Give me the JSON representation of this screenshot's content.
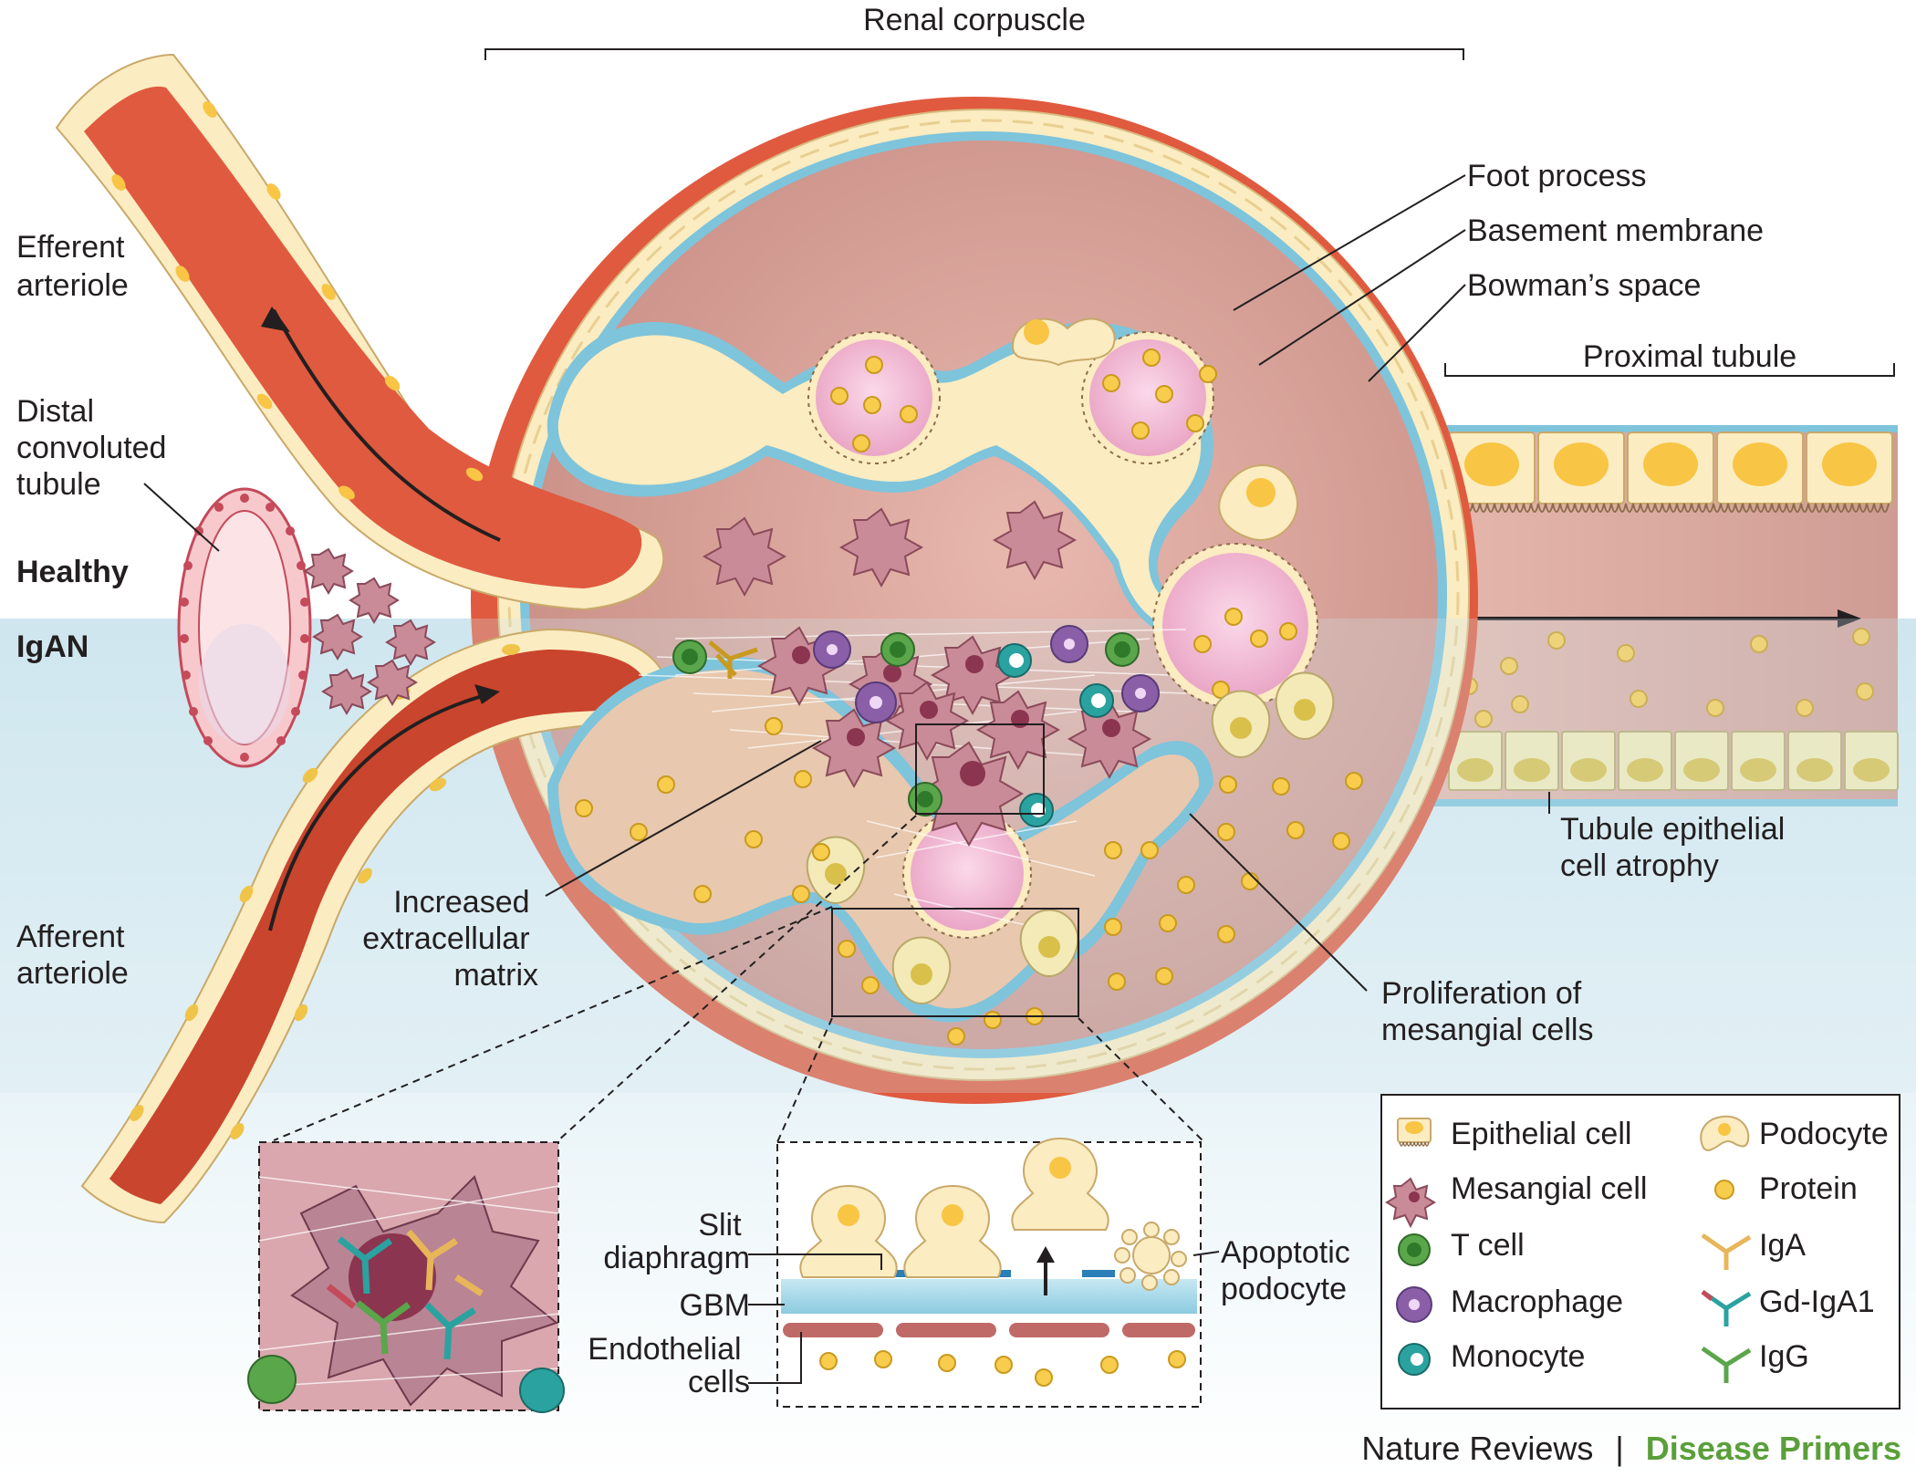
{
  "figure": {
    "header": {
      "renal_corpuscle": "Renal corpuscle"
    },
    "states": {
      "healthy": "Healthy",
      "igan": "IgAN"
    },
    "labels": {
      "efferent_arteriole": [
        "Efferent",
        "arteriole"
      ],
      "distal_convoluted_tubule": [
        "Distal",
        "convoluted",
        "tubule"
      ],
      "afferent_arteriole": [
        "Afferent",
        "arteriole"
      ],
      "foot_process": "Foot process",
      "basement_membrane": "Basement membrane",
      "bowmans_space": "Bowman’s space",
      "proximal_tubule": "Proximal tubule",
      "tubule_epithelial_atrophy": [
        "Tubule epithelial",
        "cell atrophy"
      ],
      "increased_ecm": [
        "Increased",
        "extracellular",
        "matrix"
      ],
      "proliferation_mesangial": [
        "Proliferation of",
        "mesangial cells"
      ]
    },
    "inset": {
      "slit_diaphragm": [
        "Slit",
        "diaphragm"
      ],
      "gbm": "GBM",
      "endothelial_cells": [
        "Endothelial",
        "cells"
      ],
      "apoptotic_podocyte": [
        "Apoptotic",
        "podocyte"
      ]
    },
    "legend": {
      "col1": [
        "Epithelial cell",
        "Mesangial cell",
        "T cell",
        "Macrophage",
        "Monocyte"
      ],
      "col2": [
        "Podocyte",
        "Protein",
        "IgA",
        "Gd-IgA1",
        "IgG"
      ]
    },
    "credit": {
      "publisher": "Nature Reviews",
      "separator": "|",
      "series": "Disease Primers"
    }
  },
  "colors": {
    "artery": "#e05a3f",
    "artery_dark": "#c9452d",
    "endothelium": "#fbecc1",
    "capsule_blue": "#7ec4db",
    "bowman_pink": "#d9a39a",
    "capillary_pink": "#f3b9d2",
    "mesangial": "#c98b98",
    "t_cell": "#5aa64a",
    "macrophage": "#8b5fa8",
    "monocyte": "#2aa3a0",
    "protein": "#f8cd4e",
    "igan_band": "#d8ecf3",
    "credit_green": "#5a9f3a"
  }
}
